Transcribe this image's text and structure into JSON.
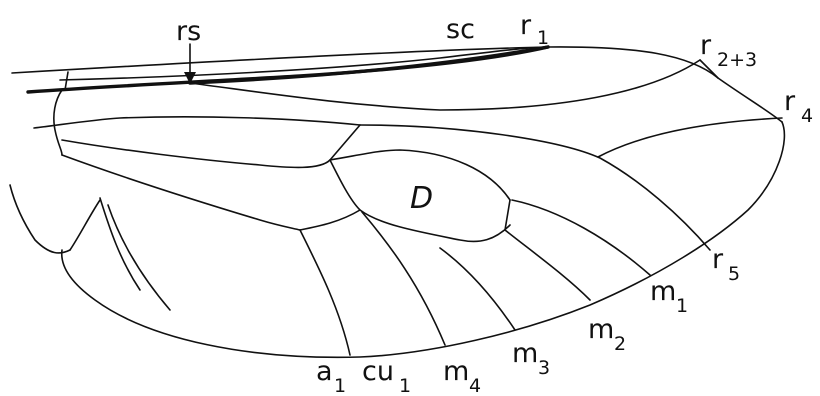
{
  "labels": {
    "rs": "rs",
    "sc": "sc",
    "r1_main": "r",
    "r1_sub": "1",
    "r23_main": "r",
    "r23_sub": "2+3",
    "r4_main": "r",
    "r4_sub": "4",
    "r5_main": "r",
    "r5_sub": "5",
    "m1_main": "m",
    "m1_sub": "1",
    "m2_main": "m",
    "m2_sub": "2",
    "m3_main": "m",
    "m3_sub": "3",
    "m4_main": "m",
    "m4_sub": "4",
    "cu1_main": "cu",
    "cu1_sub": "1",
    "a1_main": "a",
    "a1_sub": "1",
    "cell_d": "D"
  },
  "colors": {
    "ink": "#111111",
    "background": "#ffffff"
  }
}
